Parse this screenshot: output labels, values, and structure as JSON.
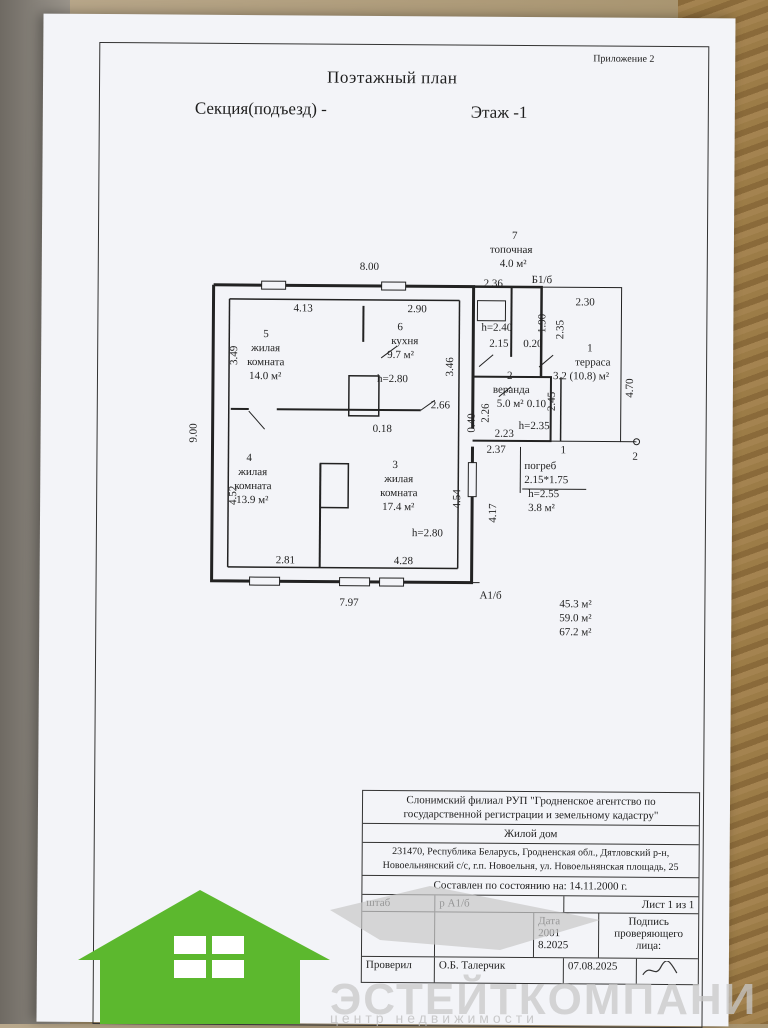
{
  "header": {
    "appendix": "Приложение 2",
    "title": "Поэтажный план",
    "section": "Секция(подъезд) -",
    "floor": "Этаж -1"
  },
  "plan": {
    "overall_width_top": "8.00",
    "overall_width_bottom": "7.97",
    "overall_height": "9.00",
    "axis_a": "А1/б",
    "axis_b": "Б1/б",
    "axis_1": "1",
    "axis_2": "2",
    "dims": {
      "d413": "4.13",
      "d290": "2.90",
      "d349": "3.49",
      "d346": "3.46",
      "d452": "4.52",
      "d281": "2.81",
      "d428": "4.28",
      "d454": "4.54",
      "d417": "4.17",
      "d018": "0.18",
      "d266": "2.66",
      "d040": "0.40",
      "d226": "2.26",
      "d223": "2.23",
      "d237": "2.37",
      "d236": "2.36",
      "d230": "2.30",
      "d235": "2.35",
      "d190": "1.90",
      "d215": "2.15",
      "d020": "0.20",
      "d245": "2.45",
      "d470": "4.70",
      "d010": "0.10"
    },
    "rooms": [
      {
        "num": "5",
        "name1": "жилая",
        "name2": "комната",
        "area": "14.0 м²"
      },
      {
        "num": "6",
        "name1": "кухня",
        "area": "9.7 м²"
      },
      {
        "num": "4",
        "name1": "жилая",
        "name2": "комната",
        "area": "13.9 м²"
      },
      {
        "num": "3",
        "name1": "жилая",
        "name2": "комната",
        "area": "17.4 м²"
      },
      {
        "num": "7",
        "name1": "топочная",
        "area": "4.0 м²"
      },
      {
        "num": "2",
        "name1": "веранда",
        "area": "5.0 м²"
      },
      {
        "num": "1",
        "name1": "терраса",
        "area": "3.2 (10.8) м²"
      }
    ],
    "heights": {
      "main": "h=2.80",
      "room3": "h=2.80",
      "boiler": "h=2.40",
      "veranda": "h=2.35"
    },
    "cellar": {
      "name": "погреб",
      "size": "2.15*1.75",
      "height": "h=2.55",
      "area": "3.8 м²"
    },
    "totals": [
      "45.3 м²",
      "59.0 м²",
      "67.2 м²"
    ]
  },
  "stamp": {
    "org": "Слонимский филиал РУП \"Гродненское агентство по государственной регистрации и земельному кадастру\"",
    "object": "Жилой дом",
    "address": "231470, Республика Беларусь, Гродненская обл., Дятловский р-н, Новоельнянский с/с, г.п. Новоельня, ул. Новоельнянская площадь, 25",
    "state": "Составлен по состоянию на: 14.11.2000 г.",
    "col_scale": "штаб",
    "col_ref": "р А1/б",
    "sheet": "Лист 1 из 1",
    "col_date": "Дата",
    "col_sign": "Подпись проверяющего лица:",
    "date1": "2001",
    "date2": "8.2025",
    "checked_label": "Проверил",
    "checked_name": "О.Б. Талерчик",
    "checked_date": "07.08.2025"
  },
  "watermark": {
    "brand": "ЭСТЕЙТКОМПАНИ",
    "tagline": "центр недвижимости",
    "color": "#5cb82e"
  }
}
